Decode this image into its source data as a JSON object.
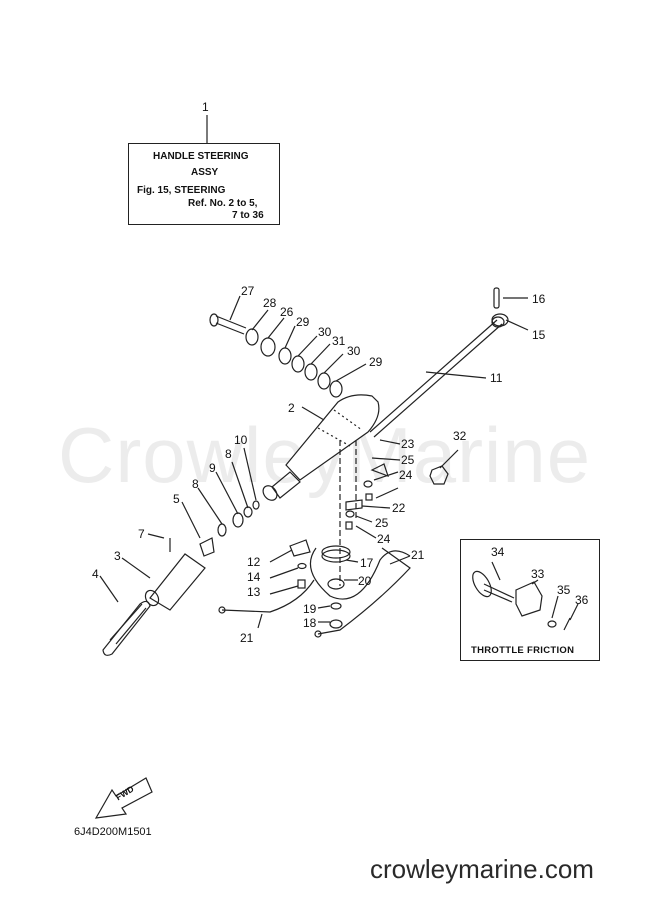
{
  "reference_box": {
    "callout": "1",
    "title_line1": "HANDLE STEERING",
    "title_line2": "ASSY",
    "fig_line": "Fig. 15, STEERING",
    "ref_line1": "Ref. No. 2 to 5,",
    "ref_line2": "7 to 36"
  },
  "callouts": [
    {
      "id": "c27",
      "text": "27"
    },
    {
      "id": "c28",
      "text": "28"
    },
    {
      "id": "c26",
      "text": "26"
    },
    {
      "id": "c29a",
      "text": "29"
    },
    {
      "id": "c30a",
      "text": "30"
    },
    {
      "id": "c31",
      "text": "31"
    },
    {
      "id": "c30b",
      "text": "30"
    },
    {
      "id": "c29b",
      "text": "29"
    },
    {
      "id": "c16",
      "text": "16"
    },
    {
      "id": "c15",
      "text": "15"
    },
    {
      "id": "c11",
      "text": "11"
    },
    {
      "id": "c2",
      "text": "2"
    },
    {
      "id": "c10",
      "text": "10"
    },
    {
      "id": "c8a",
      "text": "8"
    },
    {
      "id": "c9",
      "text": "9"
    },
    {
      "id": "c8b",
      "text": "8"
    },
    {
      "id": "c5",
      "text": "5"
    },
    {
      "id": "c7",
      "text": "7"
    },
    {
      "id": "c3",
      "text": "3"
    },
    {
      "id": "c4",
      "text": "4"
    },
    {
      "id": "c32",
      "text": "32"
    },
    {
      "id": "c23",
      "text": "23"
    },
    {
      "id": "c25a",
      "text": "25"
    },
    {
      "id": "c24a",
      "text": "24"
    },
    {
      "id": "c22",
      "text": "22"
    },
    {
      "id": "c25b",
      "text": "25"
    },
    {
      "id": "c24b",
      "text": "24"
    },
    {
      "id": "c21a",
      "text": "21"
    },
    {
      "id": "c17",
      "text": "17"
    },
    {
      "id": "c20",
      "text": "20"
    },
    {
      "id": "c12",
      "text": "12"
    },
    {
      "id": "c14",
      "text": "14"
    },
    {
      "id": "c13",
      "text": "13"
    },
    {
      "id": "c19",
      "text": "19"
    },
    {
      "id": "c18",
      "text": "18"
    },
    {
      "id": "c21b",
      "text": "21"
    },
    {
      "id": "c34",
      "text": "34"
    },
    {
      "id": "c33",
      "text": "33"
    },
    {
      "id": "c35",
      "text": "35"
    },
    {
      "id": "c36",
      "text": "36"
    }
  ],
  "inset": {
    "title": "THROTTLE FRICTION"
  },
  "fwd_arrow": {
    "label": "FWD"
  },
  "drawing_code": "6J4D200M1501",
  "watermark": "CrowleyMarine",
  "site_url": "crowleymarine.com"
}
